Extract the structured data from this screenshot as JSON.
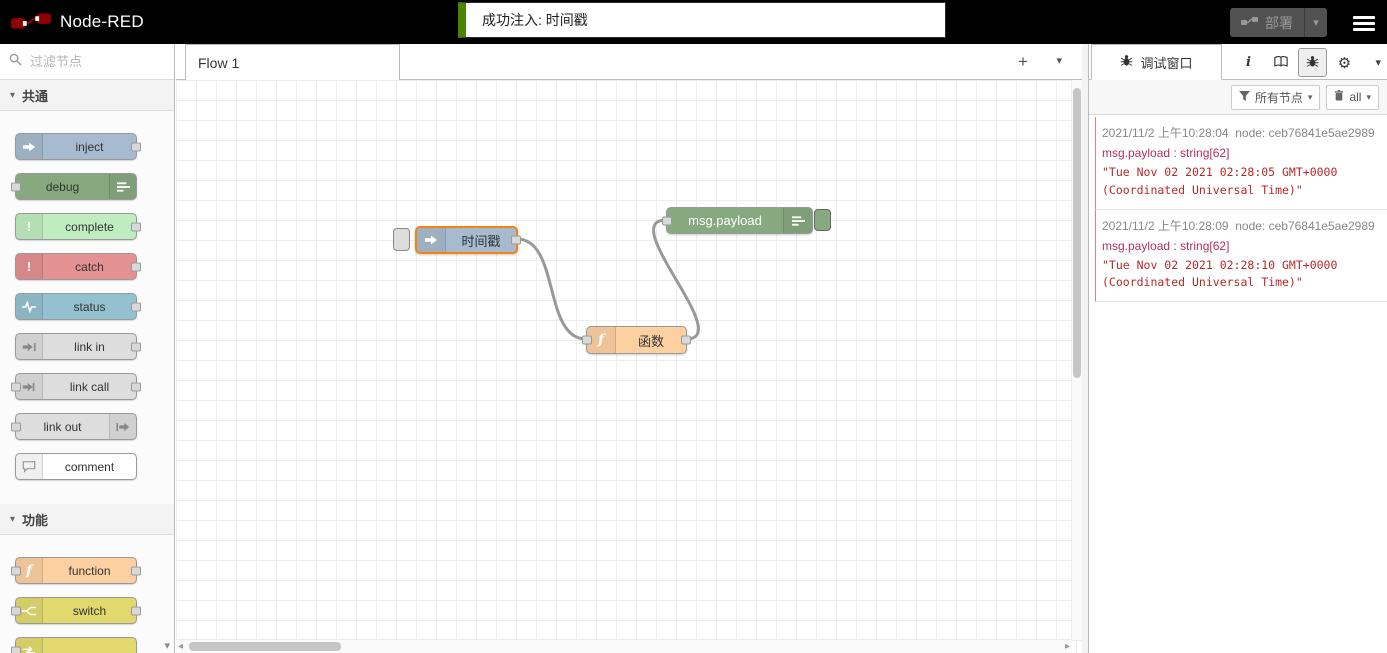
{
  "header": {
    "app_title": "Node-RED",
    "toast_message": "成功注入: 时间戳",
    "deploy_label": "部署"
  },
  "palette": {
    "search_placeholder": "过滤节点",
    "categories": [
      {
        "label": "共通",
        "nodes": [
          {
            "label": "inject",
            "color": "#a6bbcf"
          },
          {
            "label": "debug",
            "color": "#87a980"
          },
          {
            "label": "complete",
            "color": "#c0edc0"
          },
          {
            "label": "catch",
            "color": "#e49191"
          },
          {
            "label": "status",
            "color": "#94c1d0"
          },
          {
            "label": "link in",
            "color": "#dddddd"
          },
          {
            "label": "link call",
            "color": "#dddddd"
          },
          {
            "label": "link out",
            "color": "#dddddd"
          },
          {
            "label": "comment",
            "color": "#ffffff"
          }
        ]
      },
      {
        "label": "功能",
        "nodes": [
          {
            "label": "function",
            "color": "#fdd0a2"
          },
          {
            "label": "switch",
            "color": "#e2d96e"
          },
          {
            "label": "",
            "color": "#e2d96e"
          }
        ]
      }
    ]
  },
  "workspace": {
    "tab_label": "Flow 1",
    "nodes": [
      {
        "label": "时间戳",
        "type": "inject",
        "color": "#a6bbcf"
      },
      {
        "label": "函数",
        "type": "function",
        "color": "#fdd0a2"
      },
      {
        "label": "msg.payload",
        "type": "debug",
        "color": "#87a980"
      }
    ]
  },
  "sidebar": {
    "tab_title": "调试窗口",
    "filter_nodes_label": "所有节点",
    "clear_label": "all",
    "messages": [
      {
        "timestamp": "2021/11/2 上午10:28:04",
        "node_prefix": "node:",
        "node_id": "ceb76841e5ae2989",
        "property": "msg.payload : string[62]",
        "value": "\"Tue Nov 02 2021 02:28:05 GMT+0000 (Coordinated Universal Time)\""
      },
      {
        "timestamp": "2021/11/2 上午10:28:09",
        "node_prefix": "node:",
        "node_id": "ceb76841e5ae2989",
        "property": "msg.payload : string[62]",
        "value": "\"Tue Nov 02 2021 02:28:10 GMT+0000 (Coordinated Universal Time)\""
      }
    ]
  },
  "colors": {
    "header_bg": "#000000",
    "toast_accent": "#4b8400",
    "selected_node_border": "#ff7f0e",
    "wire": "#999999",
    "debug_meta": "#b03060",
    "debug_string": "#b72828"
  }
}
